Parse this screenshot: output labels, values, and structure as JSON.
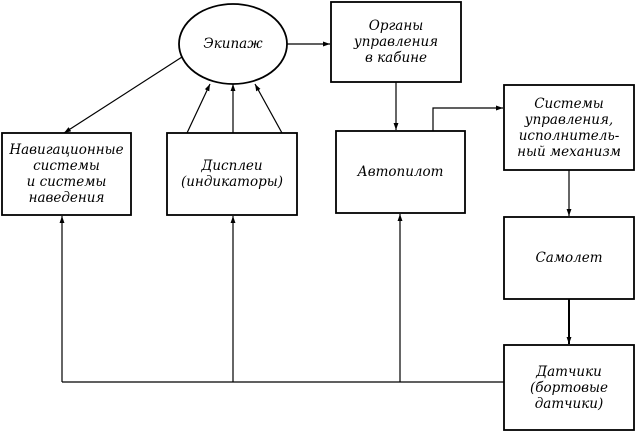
{
  "diagram": {
    "nodes": {
      "crew": {
        "lines": [
          "Экипаж"
        ]
      },
      "cockpit_controls": {
        "lines": [
          "Органы",
          "управления",
          "в кабине"
        ]
      },
      "control_systems": {
        "lines": [
          "Системы",
          "управления,",
          "исполнитель-",
          "ный механизм"
        ]
      },
      "navigation": {
        "lines": [
          "Навигационные",
          "системы",
          "и системы",
          "наведения"
        ]
      },
      "displays": {
        "lines": [
          "Дисплеи",
          "(индикаторы)"
        ]
      },
      "autopilot": {
        "lines": [
          "Автопилот"
        ]
      },
      "aircraft": {
        "lines": [
          "Самолет"
        ]
      },
      "sensors": {
        "lines": [
          "Датчики",
          "(бортовые",
          "датчики)"
        ]
      }
    }
  }
}
